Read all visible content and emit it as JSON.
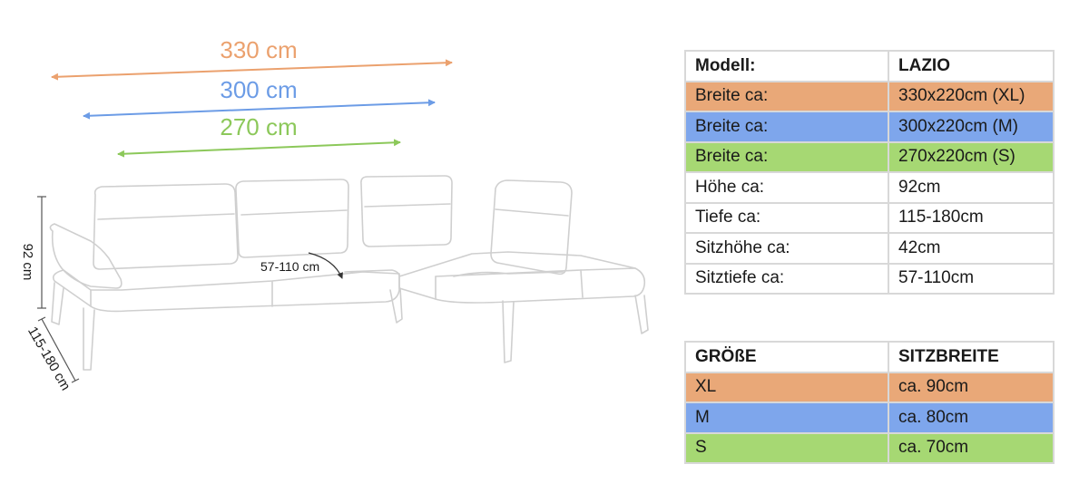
{
  "dimensions": {
    "width_xl": "330 cm",
    "width_m": "300 cm",
    "width_s": "270 cm",
    "height": "92 cm",
    "depth": "115-180 cm",
    "seat_depth": "57-110 cm"
  },
  "colors": {
    "xl": "#e9a878",
    "m": "#7ea6ec",
    "s": "#a6d873",
    "xl_text": "#eba16e",
    "m_text": "#6c9ce6",
    "s_text": "#8cc85a",
    "outline": "#cfcfcf"
  },
  "spec_table": {
    "header": {
      "label": "Modell:",
      "value": "LAZIO"
    },
    "rows": [
      {
        "label": "Breite ca:",
        "value": "330x220cm (XL)"
      },
      {
        "label": "Breite ca:",
        "value": "300x220cm (M)"
      },
      {
        "label": "Breite ca:",
        "value": "270x220cm (S)"
      },
      {
        "label": "Höhe ca:",
        "value": "92cm"
      },
      {
        "label": "Tiefe ca:",
        "value": "115-180cm"
      },
      {
        "label": "Sitzhöhe ca:",
        "value": "42cm"
      },
      {
        "label": "Sitztiefe ca:",
        "value": "57-110cm"
      }
    ]
  },
  "size_table": {
    "header": {
      "label": "GRÖßE",
      "value": "SITZBREITE"
    },
    "rows": [
      {
        "label": "XL",
        "value": "ca. 90cm"
      },
      {
        "label": "M",
        "value": "ca. 80cm"
      },
      {
        "label": "S",
        "value": "ca. 70cm"
      }
    ]
  }
}
